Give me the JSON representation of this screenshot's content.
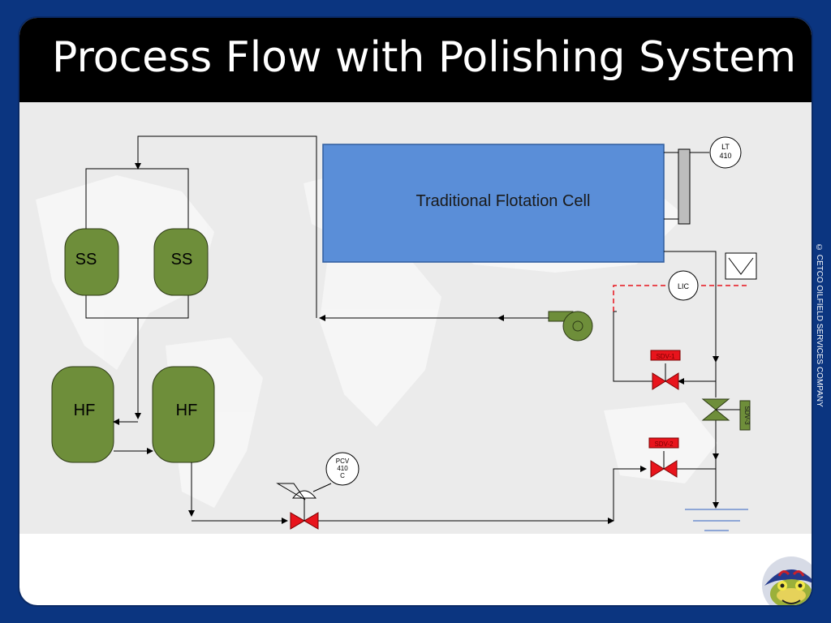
{
  "slide": {
    "title": "Process Flow with Polishing System",
    "copyright": "© CETCO OILFIELD SERVICES COMPANY"
  },
  "diagram": {
    "flotation_cell": "Traditional Flotation Cell",
    "ss_vessels": [
      "SS",
      "SS"
    ],
    "hf_vessels": [
      "HF",
      "HF"
    ],
    "lt_instrument": [
      "LT",
      "410"
    ],
    "lic_instrument": "LIC",
    "pcv_instrument": [
      "PCV",
      "410",
      "C"
    ],
    "valve_labels": [
      "SDV-1",
      "SDV-2",
      "SDV-3"
    ]
  },
  "colors": {
    "background": "#0b3580",
    "title_bar": "#000000",
    "diagram_bg": "#ebebeb",
    "cell_fill": "#5a8ed8",
    "vessel_fill": "#6e8e3a",
    "valve_red": "#e8141c",
    "valve_green": "#6e8e3a",
    "signal_line": "#e8141c",
    "drain": "#6f8fd0"
  },
  "icons": [
    "pump-icon",
    "level-transmitter-icon",
    "drain-icon",
    "logo-mascot-icon"
  ]
}
